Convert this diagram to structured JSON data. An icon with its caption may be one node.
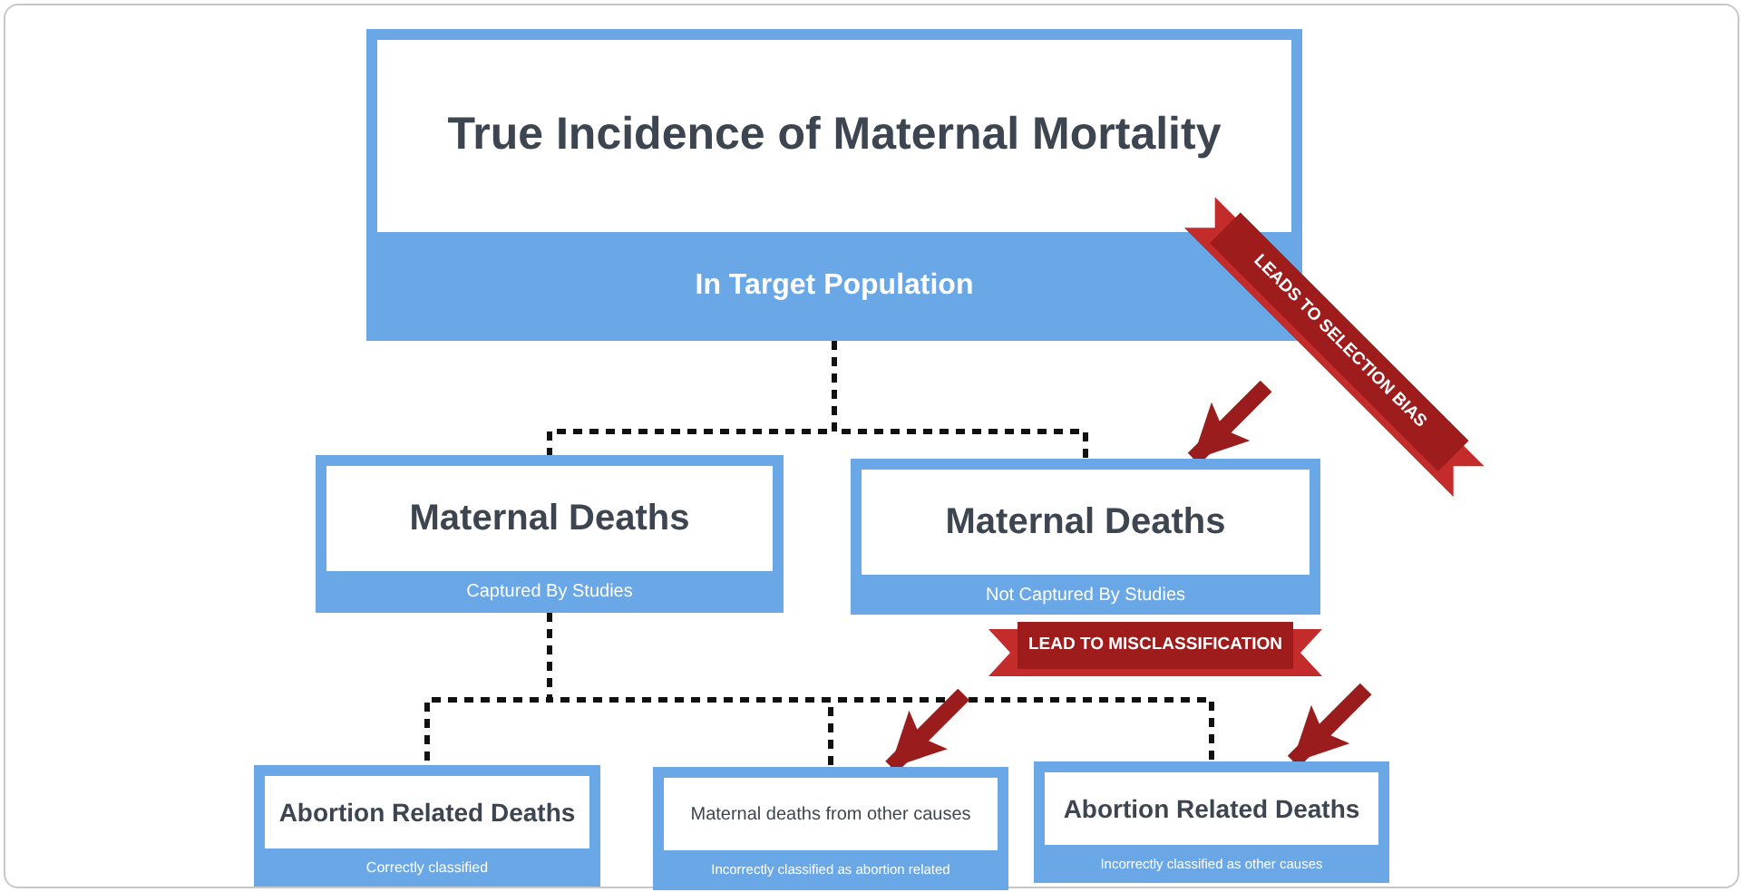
{
  "diagram": {
    "nodes": [
      {
        "text": [
          "True Incidence of Maternal Mortality",
          "In Target Population"
        ]
      },
      {
        "text": [
          "Maternal Deaths",
          "Captured By Studies"
        ]
      },
      {
        "text": [
          "Maternal Deaths",
          "Not Captured By Studies"
        ]
      },
      {
        "text": [
          "Abortion Related Deaths",
          "Correctly classified"
        ]
      },
      {
        "text": [
          "Maternal deaths from other causes",
          "Incorrectly classified as abortion related"
        ]
      },
      {
        "text": [
          "Abortion Related Deaths",
          "Incorrectly classified as other causes"
        ]
      },
      {
        "text": [
          "LEADS TO SELECTION BIAS"
        ]
      },
      {
        "text": [
          "LEAD TO MISCLASSIFICATION"
        ]
      }
    ],
    "edges": [
      {
        "from": 0,
        "to": 1,
        "arrow": "none",
        "style": "dashed"
      },
      {
        "from": 0,
        "to": 2,
        "arrow": "none",
        "style": "dashed"
      },
      {
        "from": 1,
        "to": 3,
        "arrow": "none",
        "style": "dashed"
      },
      {
        "from": 1,
        "to": 4,
        "arrow": "none",
        "style": "dashed"
      },
      {
        "from": 1,
        "to": 5,
        "arrow": "none",
        "style": "dashed"
      },
      {
        "from": null,
        "to": 2,
        "arrow": "to",
        "style": "thick",
        "color": "#9b1c1c"
      },
      {
        "from": null,
        "to": 4,
        "arrow": "to",
        "style": "thick",
        "color": "#9b1c1c"
      },
      {
        "from": null,
        "to": 5,
        "arrow": "to",
        "style": "thick",
        "color": "#9b1c1c"
      }
    ]
  }
}
